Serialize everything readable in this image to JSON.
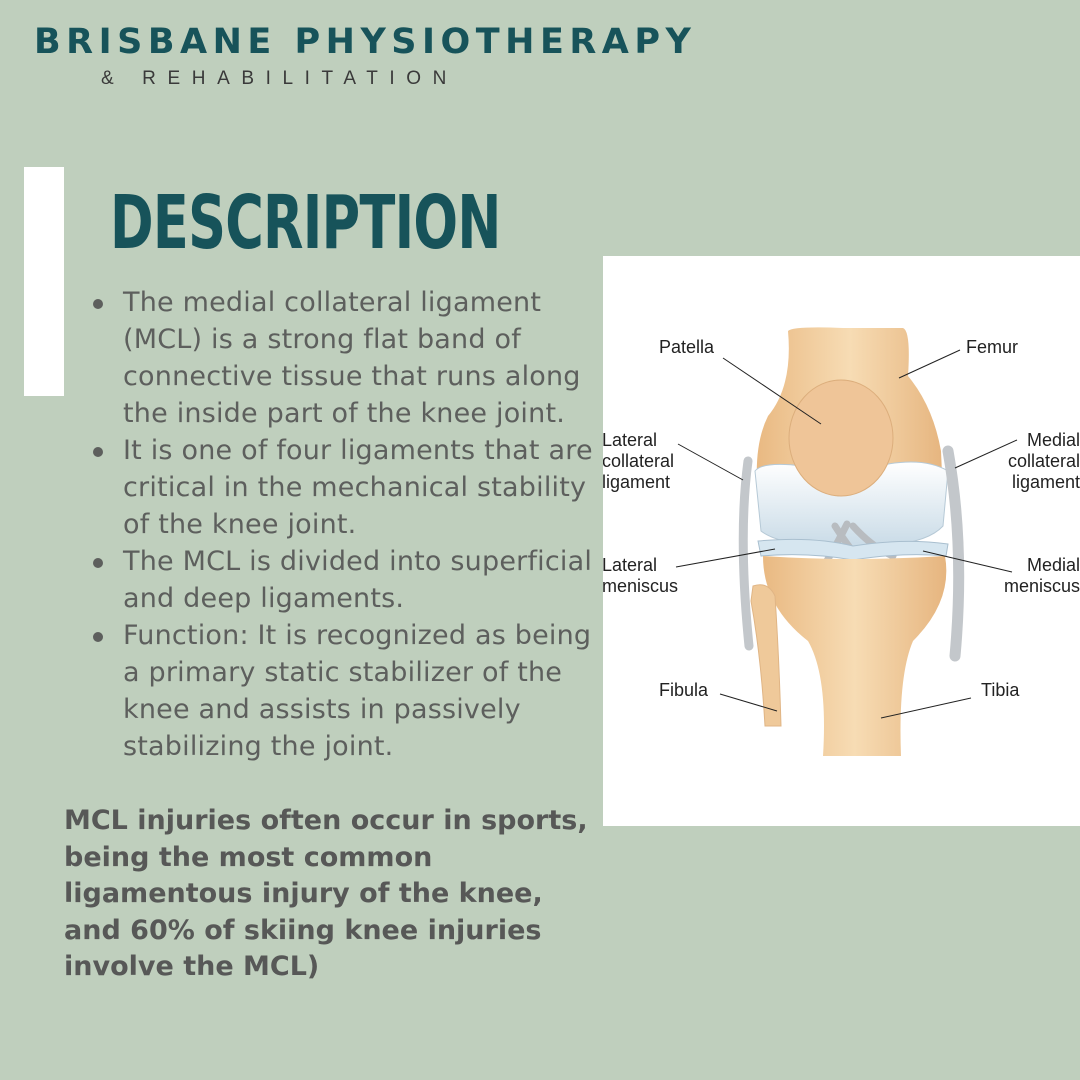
{
  "brand": {
    "title": "BRISBANE PHYSIOTHERAPY",
    "subtitle": "& REHABILITATION"
  },
  "section": {
    "heading": "DESCRIPTION"
  },
  "bullets": [
    "The medial collateral ligament (MCL) is a strong flat band of connective tissue that runs along the inside part of the knee joint.",
    "It is one of four ligaments that are critical in the mechanical stability of the knee joint.",
    "The MCL is divided into superficial and deep ligaments.",
    "Function: It is recognized as being a primary static stabilizer of the knee and assists in passively stabilizing the joint."
  ],
  "callout": "MCL injuries often occur in sports, being the most common ligamentous injury of the knee, and 60% of skiing knee injuries involve the MCL)",
  "diagram": {
    "labels": {
      "patella": "Patella",
      "femur": "Femur",
      "lateral_collateral_1": "Lateral",
      "lateral_collateral_2": "collateral",
      "lateral_collateral_3": "ligament",
      "medial_collateral_1": "Medial",
      "medial_collateral_2": "collateral",
      "medial_collateral_3": "ligament",
      "lateral_meniscus_1": "Lateral",
      "lateral_meniscus_2": "meniscus",
      "medial_meniscus_1": "Medial",
      "medial_meniscus_2": "meniscus",
      "fibula": "Fibula",
      "tibia": "Tibia"
    }
  },
  "colors": {
    "background": "#bfcfbd",
    "brand_teal": "#17535a",
    "body_text": "#5d5f5d",
    "bone": "#f1cd9c",
    "cartilage": "#dde9f1"
  }
}
